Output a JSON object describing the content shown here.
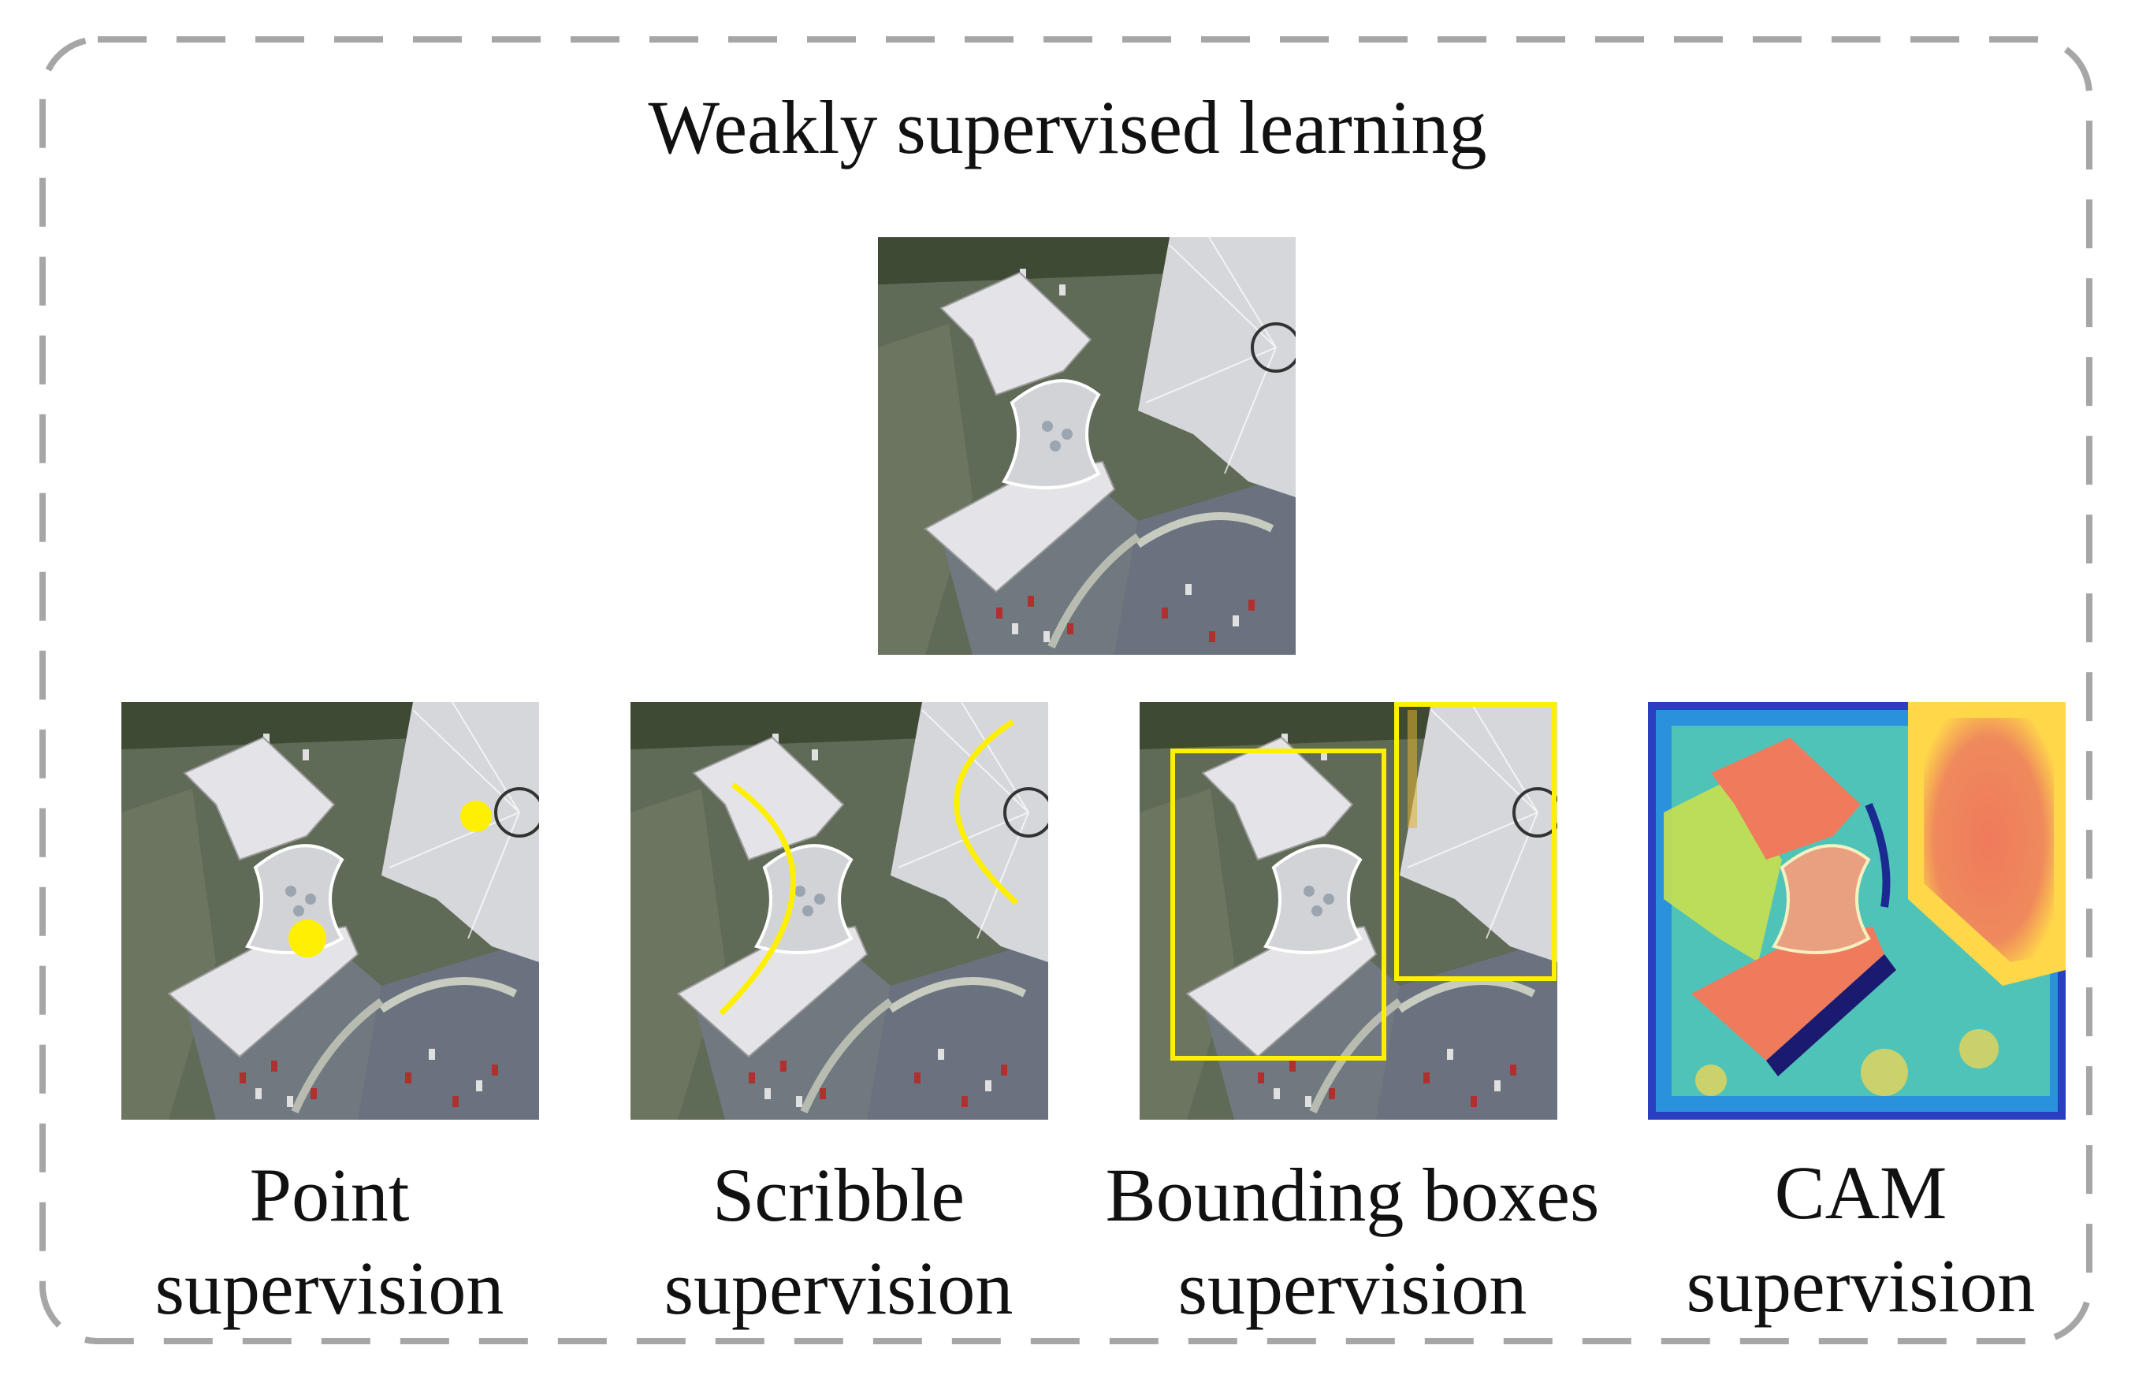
{
  "title": "Weakly supervised learning",
  "panels": [
    {
      "line1": "Point",
      "line2": "supervision",
      "icon": "point-marker"
    },
    {
      "line1": "Scribble",
      "line2": "supervision",
      "icon": "scribble-marker"
    },
    {
      "line1": "Bounding boxes",
      "line2": "supervision",
      "icon": "bounding-box"
    },
    {
      "line1": "CAM",
      "line2": "supervision",
      "icon": "heatmap"
    }
  ],
  "colors": {
    "frame": "#a6a6a6",
    "annotation": "#ffef00",
    "roof": "#e4e4e8",
    "ground": "#5f6a57",
    "heat_high": "#ef7a5c",
    "heat_low": "#2a3fc0"
  }
}
